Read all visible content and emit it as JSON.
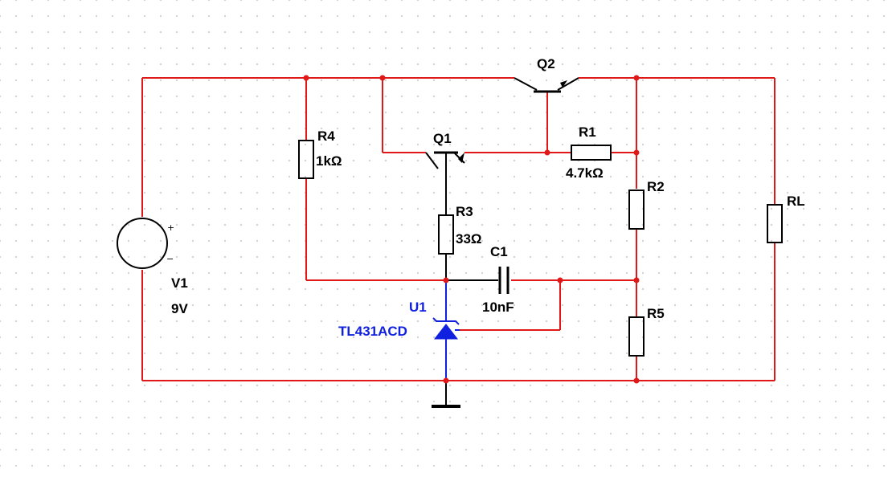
{
  "colors": {
    "wire": "#e01818",
    "part": "#000000",
    "u1": "#1020e0",
    "junction": "#e01818"
  },
  "components": {
    "v1": {
      "ref": "V1",
      "value": "9V",
      "plus": "+",
      "minus": "−"
    },
    "r4": {
      "ref": "R4",
      "value": "1kΩ"
    },
    "q1": {
      "ref": "Q1"
    },
    "q2": {
      "ref": "Q2"
    },
    "r1": {
      "ref": "R1",
      "value": "4.7kΩ"
    },
    "r2": {
      "ref": "R2"
    },
    "r3": {
      "ref": "R3",
      "value": "33Ω"
    },
    "c1": {
      "ref": "C1",
      "value": "10nF"
    },
    "u1": {
      "ref": "U1",
      "value": "TL431ACD"
    },
    "r5": {
      "ref": "R5"
    },
    "rl": {
      "ref": "RL"
    }
  }
}
